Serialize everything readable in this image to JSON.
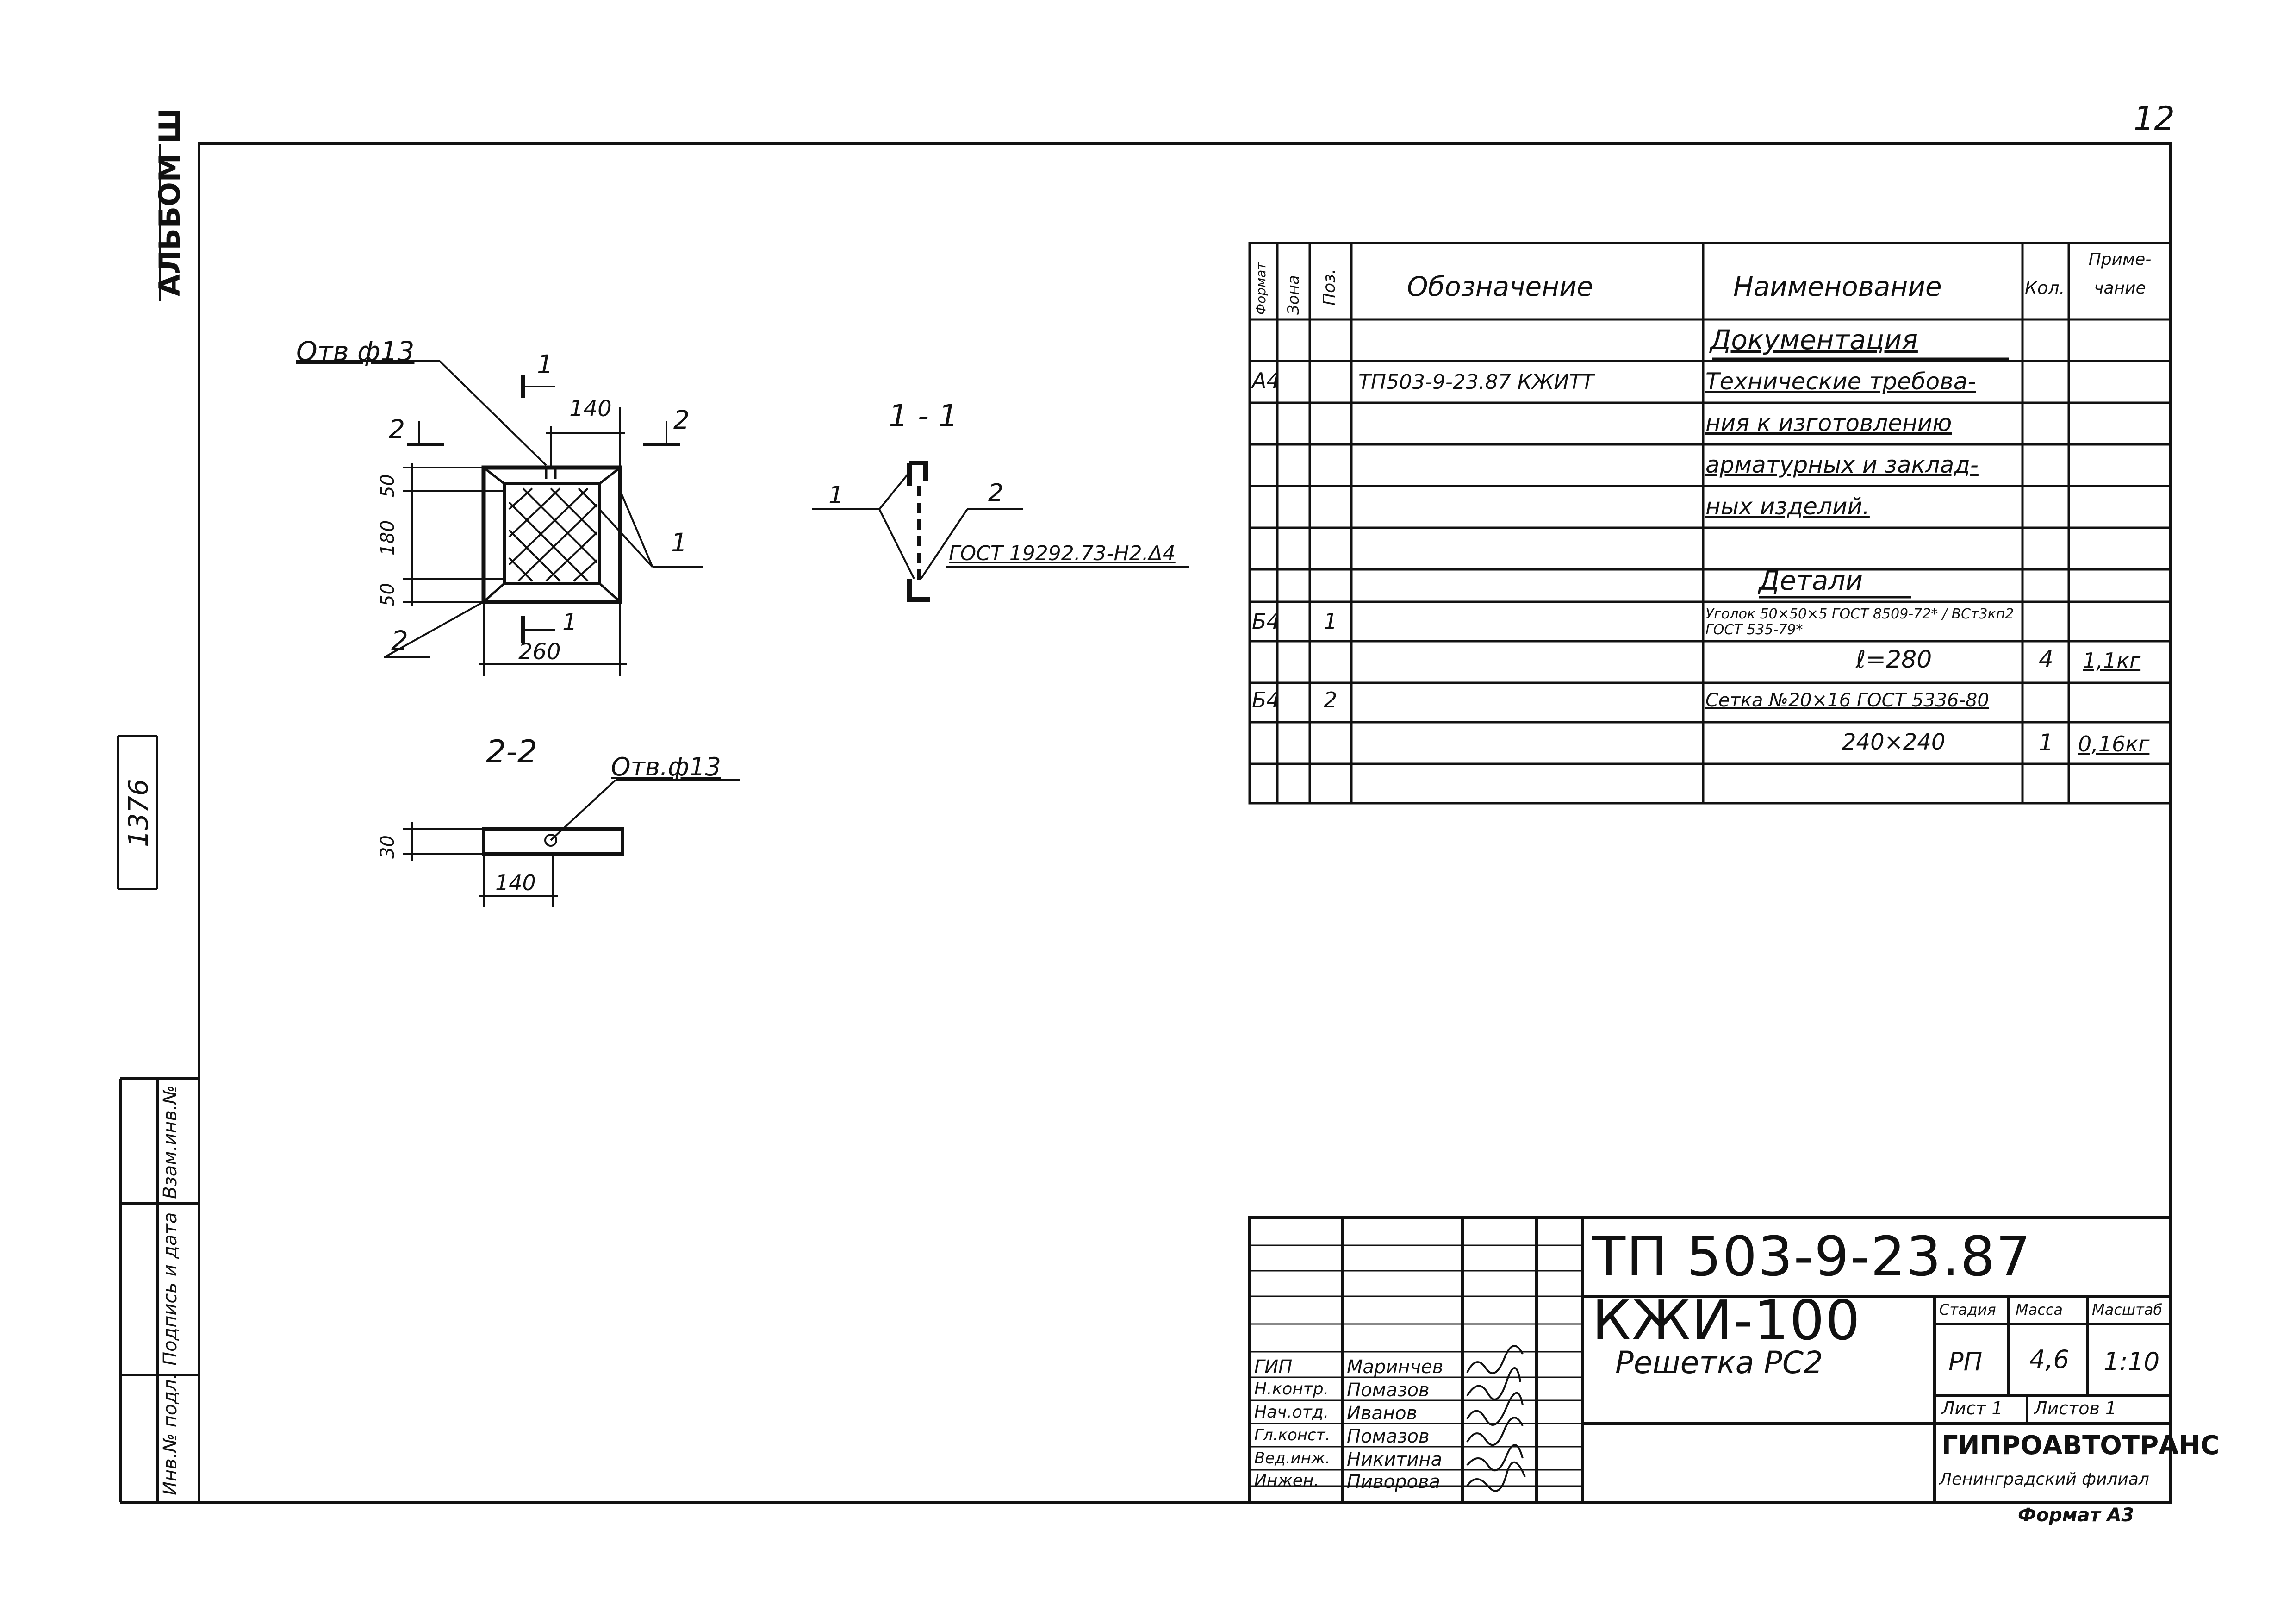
{
  "sheet_number": "12",
  "album": "АЛЬБОМ Ш",
  "inventory_number": "1376",
  "side_stamp": [
    "Инв.№ подл.",
    "Подпись и дата",
    "Взам.инв.№"
  ],
  "drawing": {
    "plan_labels": {
      "hole": "Отв ф13",
      "dim_top": "140",
      "dim_bottom": "260",
      "dim_left_1": "50",
      "dim_left_2": "180",
      "dim_left_3": "50",
      "pos_1": "1",
      "pos_2": "2",
      "section_1_top": "1",
      "section_1_bottom": "1",
      "section_2_left": "2",
      "section_2_right": "2"
    },
    "section_1_1": {
      "title": "1 - 1",
      "pos_1": "1",
      "pos_2": "2",
      "weld_note": "ГОСТ 19292.73-Н2.Δ4"
    },
    "section_2_2": {
      "title": "2-2",
      "hole": "Отв.ф13",
      "dim_height": "30",
      "dim_width": "140"
    }
  },
  "spec_table": {
    "headers": [
      "Формат",
      "Зона",
      "Поз.",
      "Обозначение",
      "Наименование",
      "Кол.",
      "Приме-чание"
    ],
    "rows": [
      {
        "format": "",
        "zone": "",
        "pos": "",
        "designation": "",
        "name": "Документация",
        "qty": "",
        "note": ""
      },
      {
        "format": "А4",
        "zone": "",
        "pos": "",
        "designation": "ТП503-9-23.87      КЖИТТ",
        "name": "Технические требова-",
        "qty": "",
        "note": ""
      },
      {
        "format": "",
        "zone": "",
        "pos": "",
        "designation": "",
        "name": "ния к изготовлению",
        "qty": "",
        "note": ""
      },
      {
        "format": "",
        "zone": "",
        "pos": "",
        "designation": "",
        "name": "арматурных и заклад-",
        "qty": "",
        "note": ""
      },
      {
        "format": "",
        "zone": "",
        "pos": "",
        "designation": "",
        "name": "ных изделий.",
        "qty": "",
        "note": ""
      },
      {
        "format": "",
        "zone": "",
        "pos": "",
        "designation": "",
        "name": "",
        "qty": "",
        "note": ""
      },
      {
        "format": "",
        "zone": "",
        "pos": "",
        "designation": "",
        "name": "Детали",
        "qty": "",
        "note": ""
      },
      {
        "format": "Б4",
        "zone": "",
        "pos": "1",
        "designation": "",
        "name": "Уголок 50×50×5 ГОСТ 8509-72* / ВСт3кп2 ГОСТ 535-79*",
        "qty": "",
        "note": ""
      },
      {
        "format": "",
        "zone": "",
        "pos": "",
        "designation": "",
        "name": "ℓ=280",
        "qty": "4",
        "note": "1,1кг"
      },
      {
        "format": "Б4",
        "zone": "",
        "pos": "2",
        "designation": "",
        "name": "Сетка №20×16 ГОСТ 5336-80",
        "qty": "",
        "note": ""
      },
      {
        "format": "",
        "zone": "",
        "pos": "",
        "designation": "",
        "name": "240×240",
        "qty": "1",
        "note": "0,16кг"
      },
      {
        "format": "",
        "zone": "",
        "pos": "",
        "designation": "",
        "name": "",
        "qty": "",
        "note": ""
      }
    ]
  },
  "title_block": {
    "document_code": "ТП 503-9-23.87  КЖИ-100",
    "item_name": "Решетка РС2",
    "stage_label": "Стадия",
    "mass_label": "Масса",
    "scale_label": "Масштаб",
    "stage": "РП",
    "mass": "4,6",
    "scale": "1:10",
    "sheet_label": "Лист 1",
    "sheets_label": "Листов 1",
    "organization": "ГИПРОАВТОТРАНС",
    "branch": "Ленинградский филиал",
    "format": "Формат А3",
    "signatures": [
      {
        "role": "ГИП",
        "name": "Маринчев"
      },
      {
        "role": "Н.контр.",
        "name": "Помазов"
      },
      {
        "role": "Нач.отд.",
        "name": "Иванов"
      },
      {
        "role": "Гл.конст.",
        "name": "Помазов"
      },
      {
        "role": "Вед.инж.",
        "name": "Никитина"
      },
      {
        "role": "Инжен.",
        "name": "Пиворова"
      }
    ]
  }
}
